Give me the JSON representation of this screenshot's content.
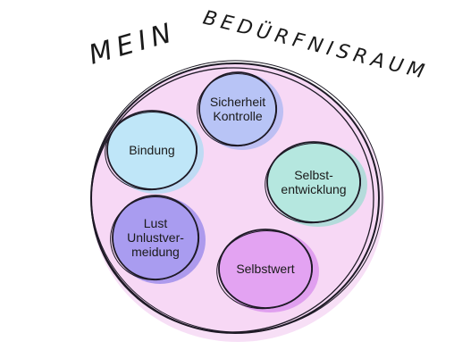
{
  "title": {
    "word1": "MEIN",
    "word2": "BEDÜRFNISRAUM"
  },
  "colors": {
    "room_fill": "#f7d8f5",
    "room_wash": "#f1c4ee",
    "outline": "#1e1a26"
  },
  "needs": [
    {
      "lines": [
        "Sicherheit",
        "Kontrolle"
      ],
      "fill": "#b8c4f6",
      "wash": "#a9b7f2"
    },
    {
      "lines": [
        "Bindung"
      ],
      "fill": "#bfe6f8",
      "wash": "#acdcf3"
    },
    {
      "lines": [
        "Selbst-",
        "entwicklung"
      ],
      "fill": "#b5e7df",
      "wash": "#9edcd2"
    },
    {
      "lines": [
        "Lust",
        "Unlustver-",
        "meidung"
      ],
      "fill": "#a99cf0",
      "wash": "#9486ea"
    },
    {
      "lines": [
        "Selbstwert"
      ],
      "fill": "#e3a3f2",
      "wash": "#d88cec"
    }
  ]
}
